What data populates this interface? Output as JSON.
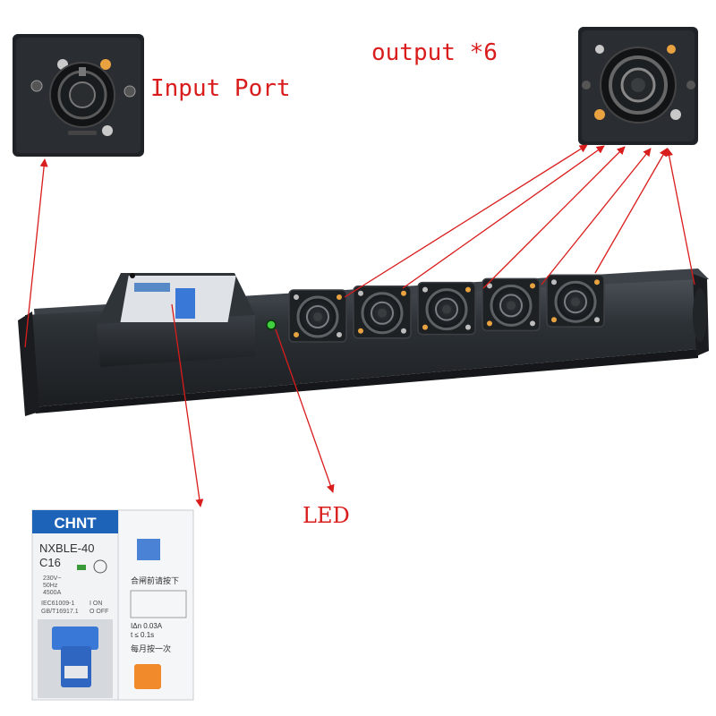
{
  "labels": {
    "input": "Input Port",
    "output": "output *6",
    "led": "LED"
  },
  "breaker": {
    "brand": "CHNT",
    "model": "NXBLE-40",
    "rating": "C16",
    "specs": [
      "230V~",
      "50Hz",
      "4500A"
    ],
    "standards": [
      "IEC61009-1",
      "GB/T16917.1"
    ],
    "on_label": "I ON",
    "off_label": "O OFF",
    "test_text": "合闸前请按下",
    "sensitivity": "IΔn 0.03A",
    "trip_time": "t ≤ 0.1s",
    "monthly_text": "每月按一次"
  },
  "outlet_count": 5,
  "colors": {
    "annotation": "#d91c1c",
    "body": "#2b2f33",
    "breaker_blue": "#3a78d8",
    "test_orange": "#f08a2a",
    "brand_blue": "#1d63b8",
    "led_green": "#3fcf3f"
  },
  "icons": [
    "input-connector-icon",
    "output-connector-icon",
    "led-indicator-icon",
    "breaker-switch-icon"
  ]
}
